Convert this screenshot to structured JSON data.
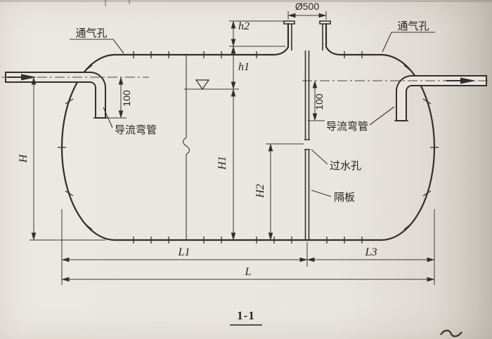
{
  "title": {
    "section_label": "1-1"
  },
  "colors": {
    "paper": "#e9e6e0",
    "ink": "#322e29"
  },
  "annotations": {
    "vent_left": "通气孔",
    "vent_right": "通气孔",
    "guide_elbow_left": "导流弯管",
    "guide_elbow_right": "导流弯管",
    "water_hole": "过水孔",
    "baffle": "隔板"
  },
  "dimensions": {
    "manhole_diameter": "Ø500",
    "h2": "h2",
    "h1": "h1",
    "offset_left": "100",
    "offset_right": "100",
    "height_total": "H",
    "height_h1": "H1",
    "height_h2": "H2",
    "length_l1": "L1",
    "length_l3": "L3",
    "length_total": "L"
  }
}
